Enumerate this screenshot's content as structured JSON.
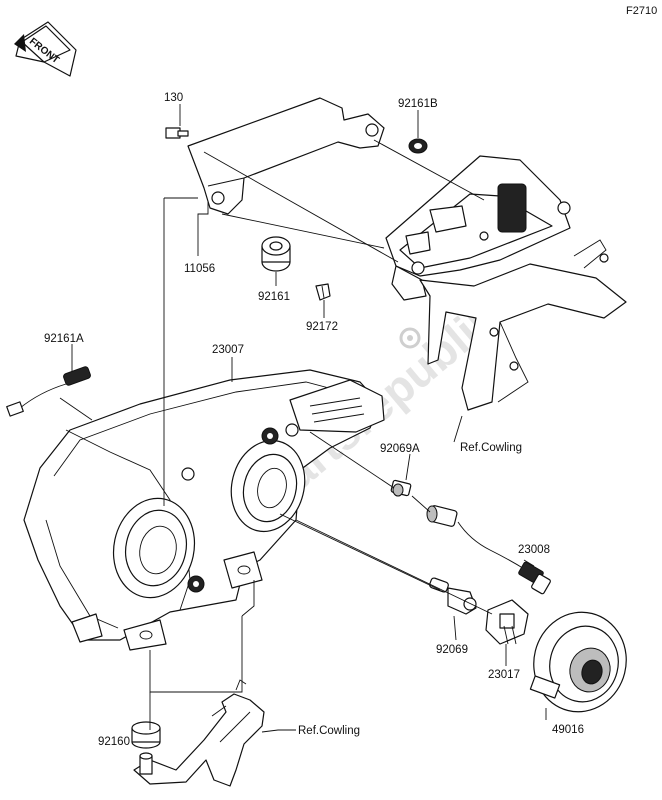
{
  "figure_code": "F2710",
  "front_marker": "FRONT",
  "watermark": "Partsrepublik",
  "labels": {
    "p130": "130",
    "p92161B": "92161B",
    "p11056": "11056",
    "p92161": "92161",
    "p92172": "92172",
    "p92161A": "92161A",
    "p23007": "23007",
    "p92069A": "92069A",
    "p23008": "23008",
    "p92069": "92069",
    "p23017": "23017",
    "p49016": "49016",
    "p92160": "92160",
    "ref_cowling_1": "Ref.Cowling",
    "ref_cowling_2": "Ref.Cowling"
  }
}
